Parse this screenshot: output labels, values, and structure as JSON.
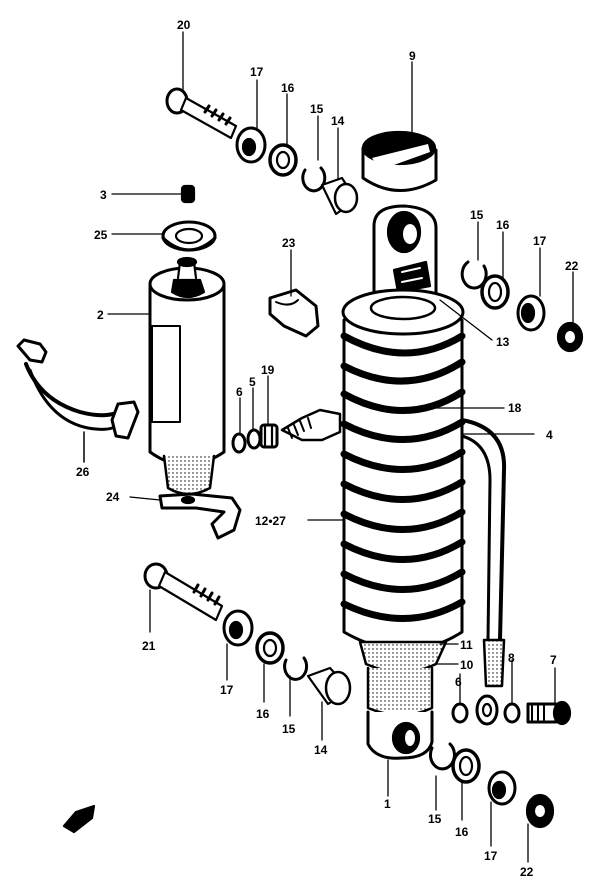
{
  "diagram": {
    "callouts": [
      {
        "id": "c20",
        "text": "20"
      },
      {
        "id": "c17a",
        "text": "17"
      },
      {
        "id": "c16a",
        "text": "16"
      },
      {
        "id": "c15a",
        "text": "15"
      },
      {
        "id": "c14a",
        "text": "14"
      },
      {
        "id": "c9",
        "text": "9"
      },
      {
        "id": "c3",
        "text": "3"
      },
      {
        "id": "c25",
        "text": "25"
      },
      {
        "id": "c23",
        "text": "23"
      },
      {
        "id": "c2",
        "text": "2"
      },
      {
        "id": "c15b",
        "text": "15"
      },
      {
        "id": "c16b",
        "text": "16"
      },
      {
        "id": "c17b",
        "text": "17"
      },
      {
        "id": "c22a",
        "text": "22"
      },
      {
        "id": "c13",
        "text": "13"
      },
      {
        "id": "c6a",
        "text": "6"
      },
      {
        "id": "c5",
        "text": "5"
      },
      {
        "id": "c19",
        "text": "19"
      },
      {
        "id": "c18",
        "text": "18"
      },
      {
        "id": "c4",
        "text": "4"
      },
      {
        "id": "c26",
        "text": "26"
      },
      {
        "id": "c24",
        "text": "24"
      },
      {
        "id": "c1227",
        "text": "12•27"
      },
      {
        "id": "c21",
        "text": "21"
      },
      {
        "id": "c11",
        "text": "11"
      },
      {
        "id": "c10",
        "text": "10"
      },
      {
        "id": "c6b",
        "text": "6"
      },
      {
        "id": "c8",
        "text": "8"
      },
      {
        "id": "c7",
        "text": "7"
      },
      {
        "id": "c17c",
        "text": "17"
      },
      {
        "id": "c16c",
        "text": "16"
      },
      {
        "id": "c15c",
        "text": "15"
      },
      {
        "id": "c14b",
        "text": "14"
      },
      {
        "id": "c1",
        "text": "1"
      },
      {
        "id": "c15d",
        "text": "15"
      },
      {
        "id": "c16d",
        "text": "16"
      },
      {
        "id": "c17d",
        "text": "17"
      },
      {
        "id": "c22b",
        "text": "22"
      }
    ]
  }
}
